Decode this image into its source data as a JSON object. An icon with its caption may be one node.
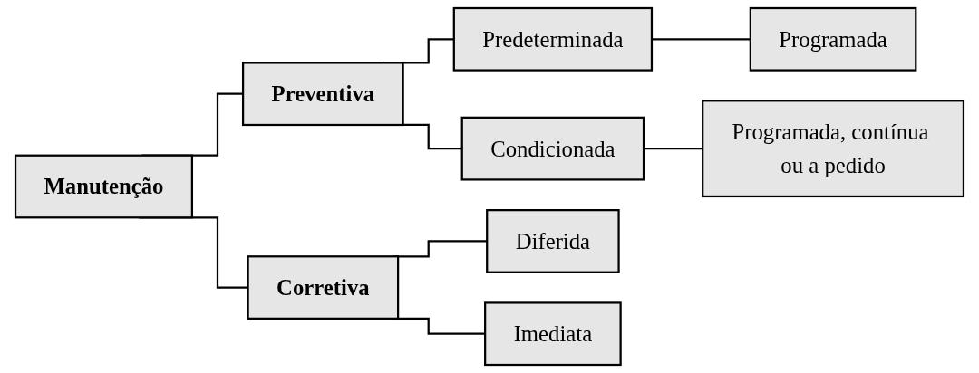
{
  "diagram": {
    "nodes": [
      {
        "text": [
          "Manutenção"
        ]
      },
      {
        "text": [
          "Preventiva"
        ]
      },
      {
        "text": [
          "Corretiva"
        ]
      },
      {
        "text": [
          "Predeterminada"
        ]
      },
      {
        "text": [
          "Condicionada"
        ]
      },
      {
        "text": [
          "Diferida"
        ]
      },
      {
        "text": [
          "Imediata"
        ]
      },
      {
        "text": [
          "Programada"
        ]
      },
      {
        "text": [
          "Programada, contínua ou a pedido"
        ]
      }
    ],
    "edges": [
      {
        "from": 0,
        "to": 1,
        "arrow": "none"
      },
      {
        "from": 0,
        "to": 2,
        "arrow": "none"
      },
      {
        "from": 1,
        "to": 3,
        "arrow": "none"
      },
      {
        "from": 1,
        "to": 4,
        "arrow": "none"
      },
      {
        "from": 2,
        "to": 5,
        "arrow": "none"
      },
      {
        "from": 2,
        "to": 6,
        "arrow": "none"
      },
      {
        "from": 3,
        "to": 7,
        "arrow": "none"
      },
      {
        "from": 4,
        "to": 8,
        "arrow": "none"
      }
    ]
  }
}
